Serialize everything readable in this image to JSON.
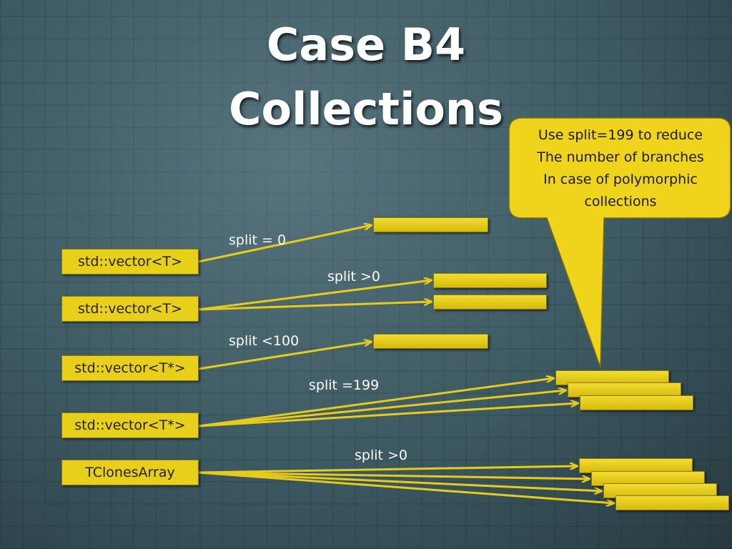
{
  "slide": {
    "title_line1": "Case B4",
    "title_line2": "Collections"
  },
  "callout": {
    "lines": [
      "Use split=199 to reduce",
      "The number of branches",
      "In case of polymorphic",
      "collections"
    ]
  },
  "sources": [
    {
      "label": "std::vector<T>"
    },
    {
      "label": "std::vector<T>"
    },
    {
      "label": "std::vector<T*>"
    },
    {
      "label": "std::vector<T*>"
    },
    {
      "label": "TClonesArray"
    }
  ],
  "split_labels": [
    "split = 0",
    "split >0",
    "split <100",
    "split =199",
    "split >0"
  ],
  "colors": {
    "box_fill": "#e8cf1a",
    "arrow": "#e6cb1a",
    "title_text": "#ffffff"
  }
}
